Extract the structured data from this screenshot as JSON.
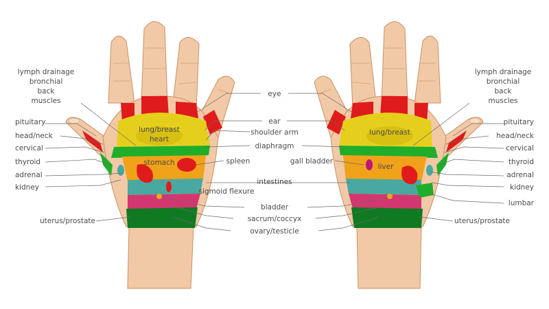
{
  "labels": {
    "lymph_1": "lymph drainage",
    "lymph_2": "bronchial",
    "lymph_3": "back",
    "lymph_4": "muscles",
    "pituitary": "pituitary",
    "head_neck": "head/neck",
    "cervical": "cervical",
    "thyroid": "thyroid",
    "adrenal": "adrenal",
    "kidney": "kidney",
    "lumbar": "lumbar",
    "uterus_prostate": "uterus/prostate",
    "eye": "eye",
    "ear": "ear",
    "shoulder_arm": "shoulder arm",
    "diaphragm": "diaphragm",
    "spleen": "spleen",
    "gall_bladder": "gall bladder",
    "intestines": "intestines",
    "sigmoid_flexure": "sigmoid flexure",
    "bladder": "bladder",
    "sacrum_coccyx": "sacrum/coccyx",
    "ovary_testicle": "ovary/testicle",
    "lung_breast": "lung/breast",
    "heart": "heart",
    "stomach": "stomach",
    "liver": "liver"
  },
  "colors": {
    "skin": "#f2c9a6",
    "red_zone": "#e01b1b",
    "yellow_zone": "#e6cf1c",
    "green_zone": "#1fae2a",
    "dark_green_zone": "#0f7a22",
    "teal_zone": "#49a9a0",
    "orange_zone": "#f0a21a",
    "pink_zone": "#d4376f",
    "magenta_zone": "#c0157a"
  }
}
